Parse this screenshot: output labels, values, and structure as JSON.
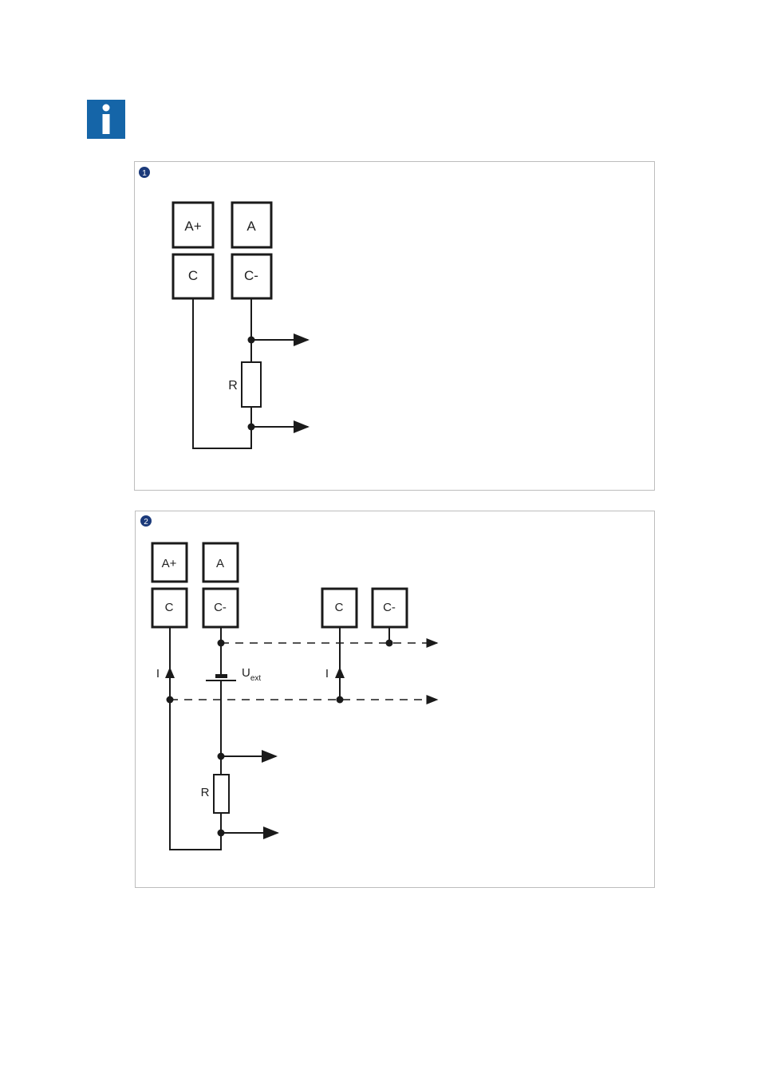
{
  "info_icon": {
    "symbol": "i",
    "color": "#1565a8"
  },
  "diagram1": {
    "badge": "1",
    "terminals": {
      "a_plus": "A+",
      "a": "A",
      "c": "C",
      "c_minus": "C-"
    },
    "resistor_label": "R"
  },
  "diagram2": {
    "badge": "2",
    "terminals": {
      "a_plus": "A+",
      "a": "A",
      "c": "C",
      "c_minus": "C-",
      "c2": "C",
      "c_minus2": "C-"
    },
    "current_label_left": "I",
    "current_label_right": "I",
    "voltage_label": "U",
    "voltage_subscript": "ext",
    "resistor_label": "R"
  },
  "colors": {
    "badge": "#1b3a7a",
    "line": "#1a1a1a",
    "border": "#bdbdbd"
  }
}
